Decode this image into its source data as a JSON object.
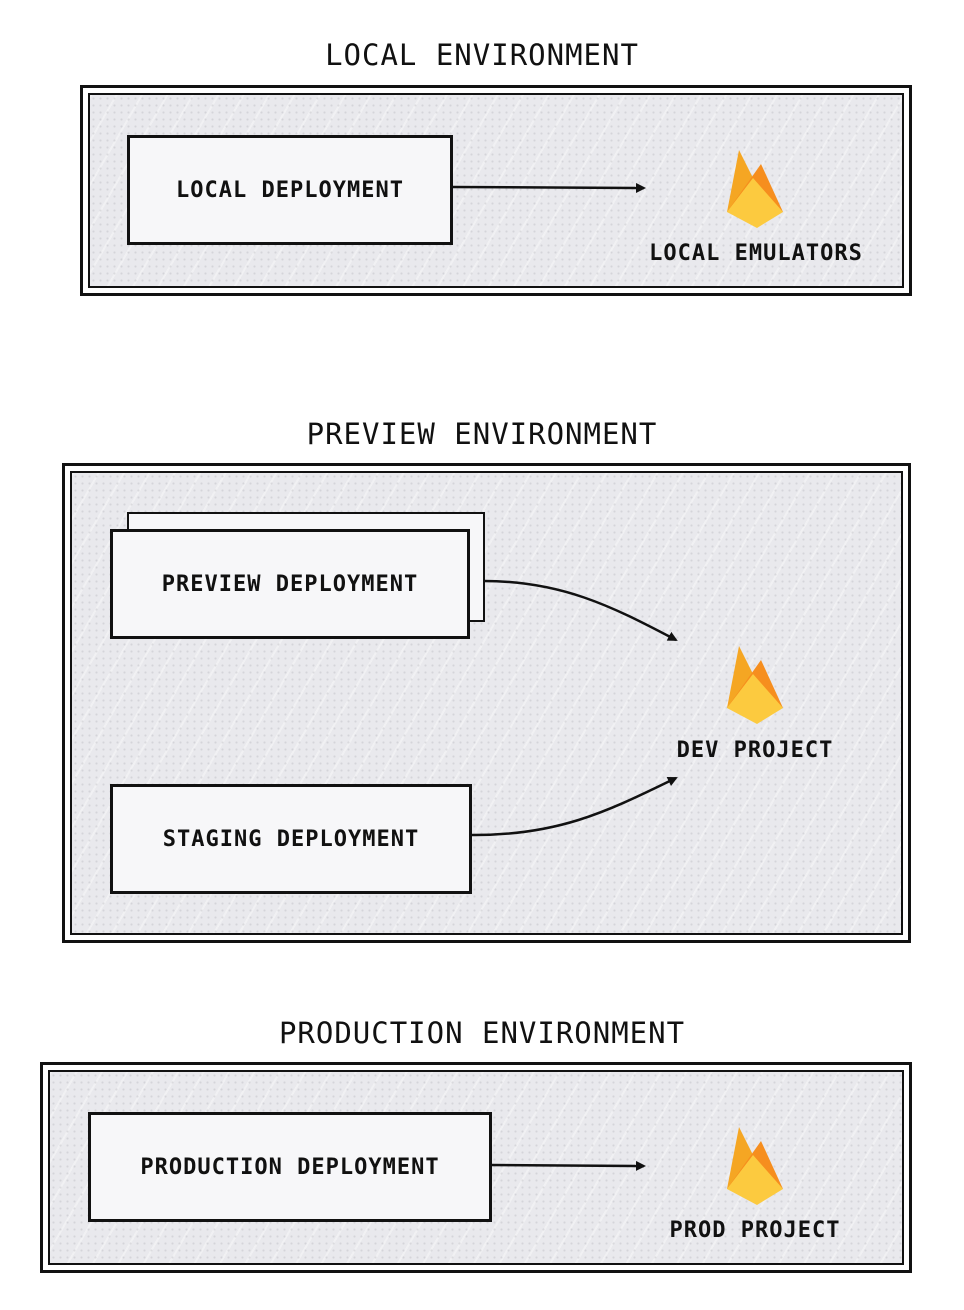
{
  "environments": {
    "local": {
      "title": "LOCAL ENVIRONMENT",
      "deployment": "LOCAL DEPLOYMENT",
      "target": "LOCAL EMULATORS",
      "target_icon": "firebase-flame-icon"
    },
    "preview": {
      "title": "PREVIEW ENVIRONMENT",
      "deployments": [
        "PREVIEW DEPLOYMENT",
        "STAGING DEPLOYMENT"
      ],
      "target": "DEV PROJECT",
      "target_icon": "firebase-flame-icon"
    },
    "production": {
      "title": "PRODUCTION ENVIRONMENT",
      "deployment": "PRODUCTION DEPLOYMENT",
      "target": "PROD PROJECT",
      "target_icon": "firebase-flame-icon"
    }
  },
  "colors": {
    "panel_fill": "#e9e9ed",
    "box_fill": "#f7f7f9",
    "stroke": "#111111",
    "flame_dark": "#f5a623",
    "flame_mid": "#f68e1e",
    "flame_light": "#fcca3f"
  }
}
